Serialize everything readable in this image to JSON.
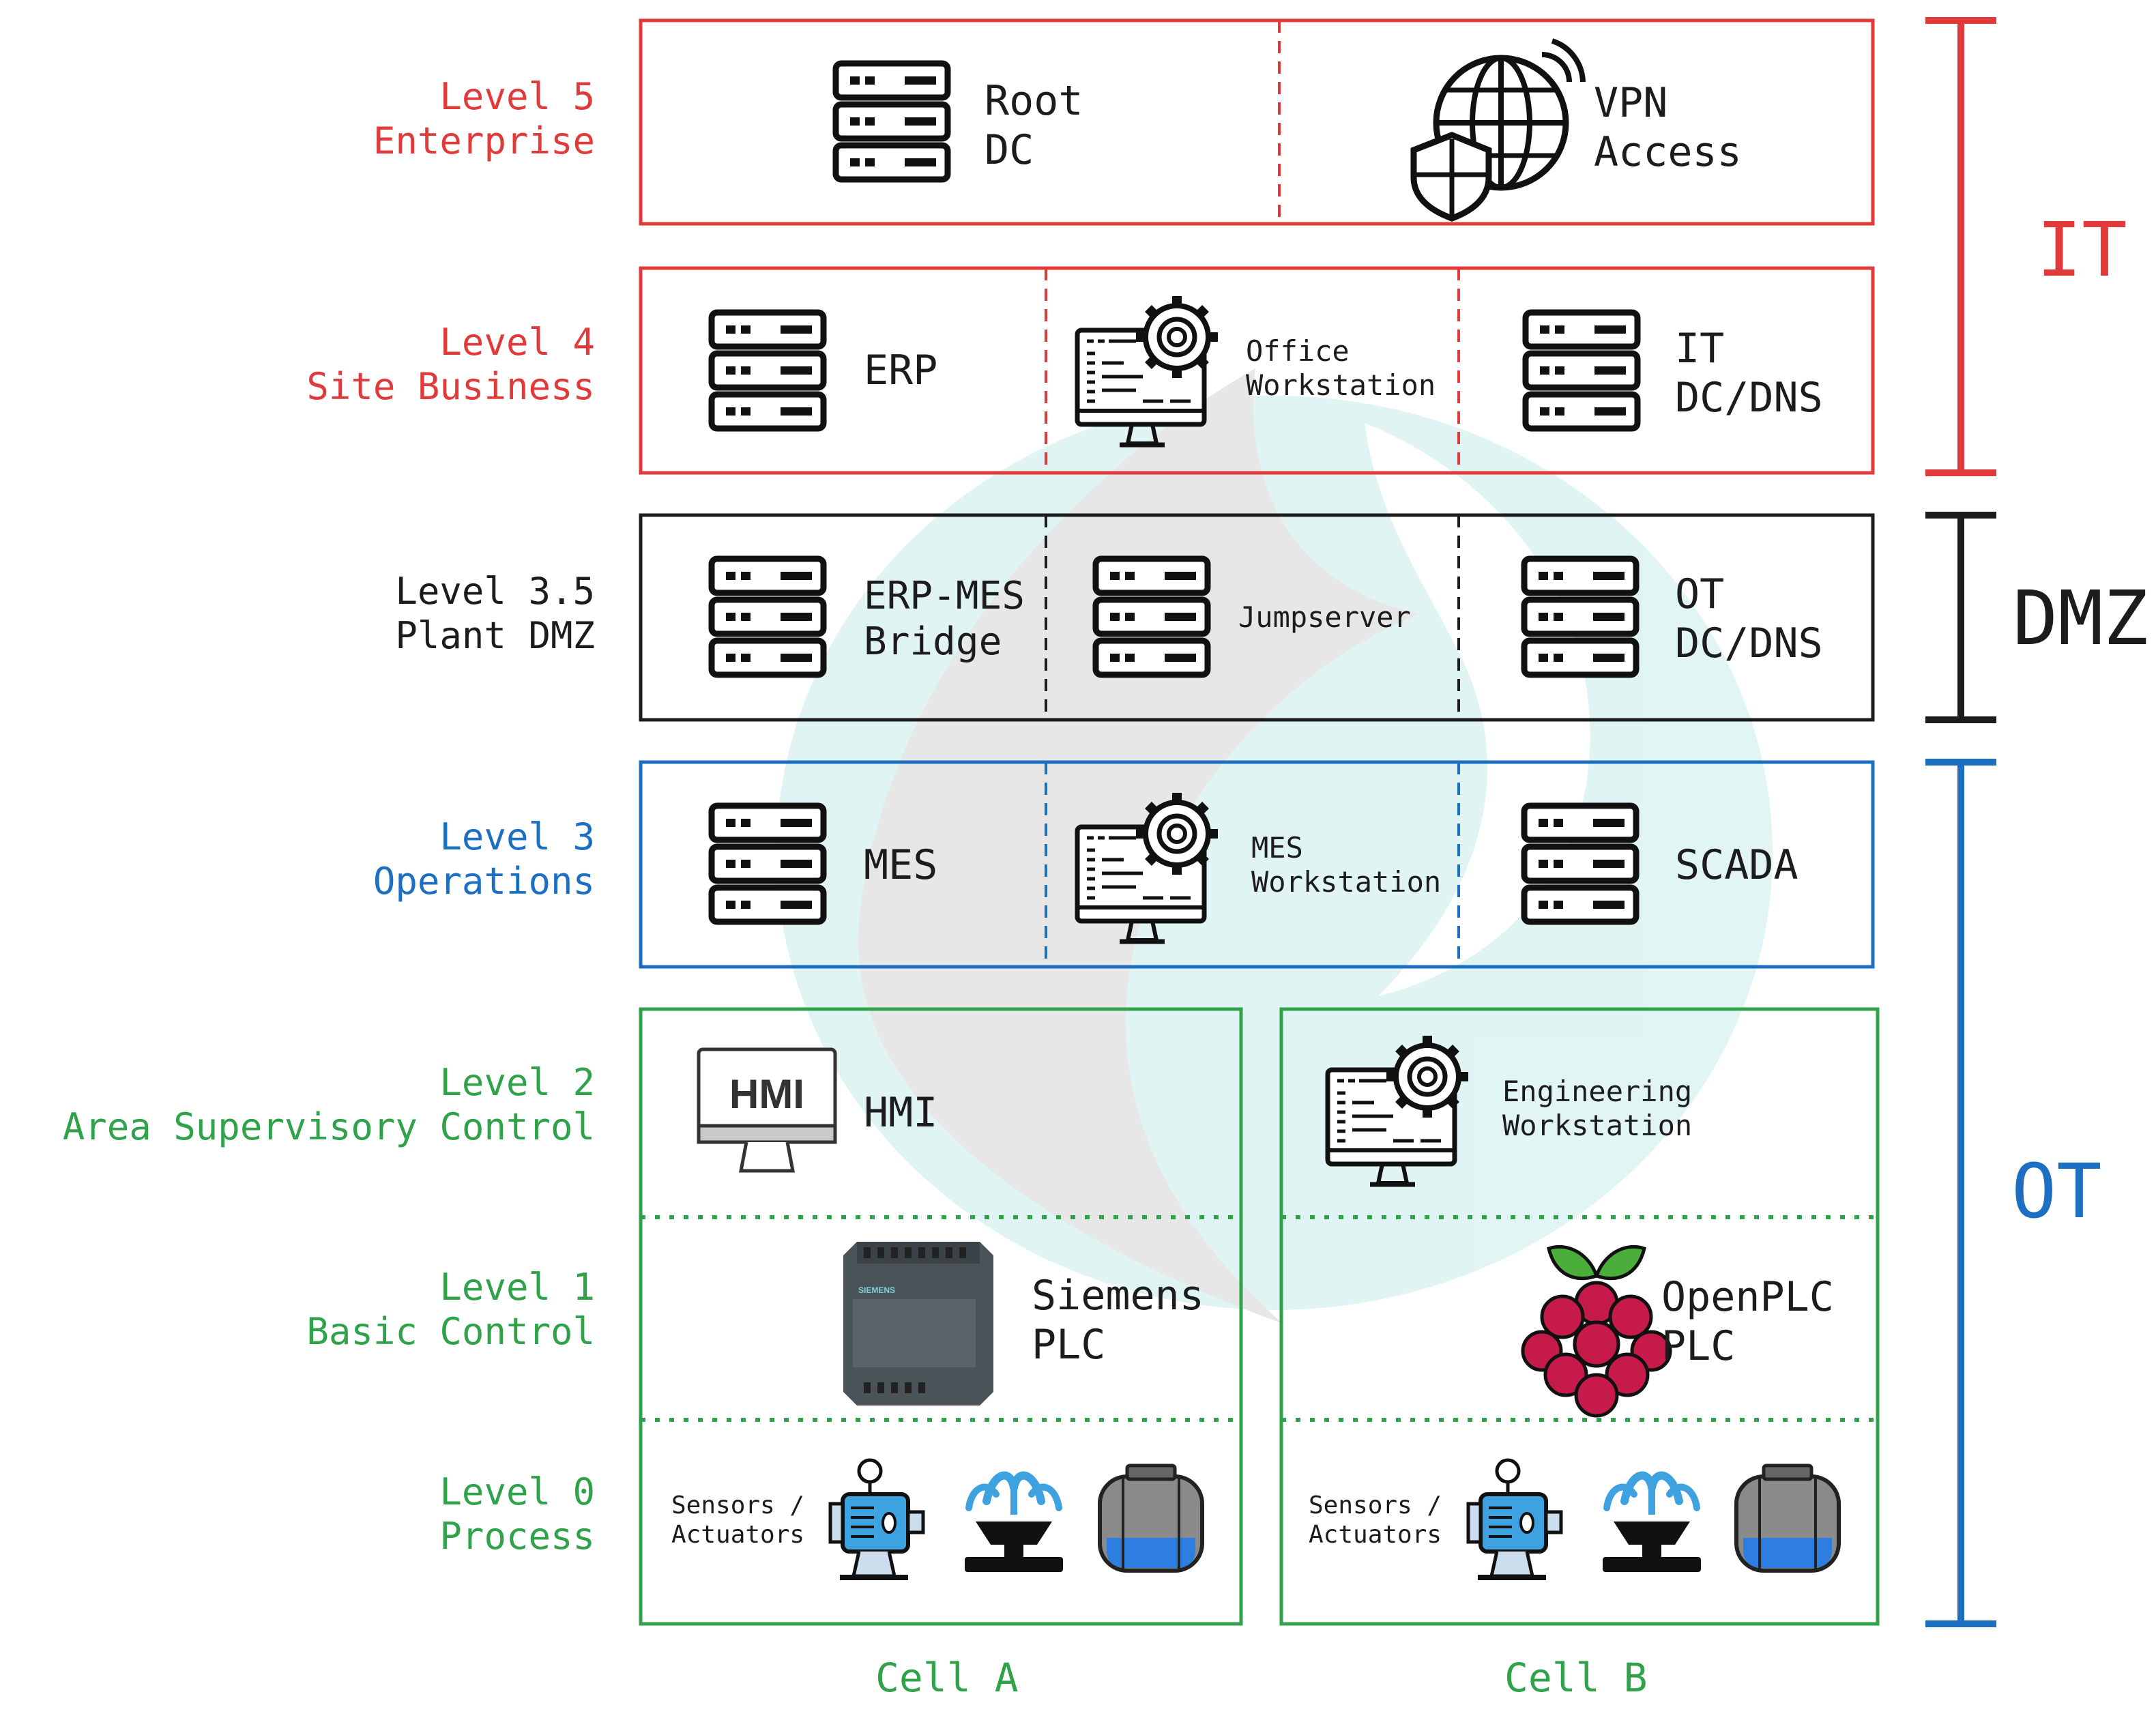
{
  "colors": {
    "it_red": "#e03a3a",
    "dmz_black": "#1c1c1c",
    "ot_blue": "#1d6fc2",
    "cell_green": "#2fa24a",
    "watermark_teal": "#dff4f4",
    "watermark_grey": "#e6e6e6"
  },
  "levels": [
    {
      "id": "l5",
      "line1": "Level 5",
      "line2": "Enterprise"
    },
    {
      "id": "l4",
      "line1": "Level 4",
      "line2": "Site Business"
    },
    {
      "id": "l35",
      "line1": "Level 3.5",
      "line2": "Plant DMZ"
    },
    {
      "id": "l3",
      "line1": "Level 3",
      "line2": "Operations"
    },
    {
      "id": "l2",
      "line1": "Level 2",
      "line2": "Area Supervisory Control"
    },
    {
      "id": "l1",
      "line1": "Level 1",
      "line2": "Basic Control"
    },
    {
      "id": "l0",
      "line1": "Level 0",
      "line2": "Process"
    }
  ],
  "level5": {
    "root_dc": {
      "line1": "Root",
      "line2": "DC",
      "icon": "server-icon"
    },
    "vpn": {
      "line1": "VPN",
      "line2": "Access",
      "icon": "globe-shield-icon"
    }
  },
  "level4": {
    "erp": {
      "label": "ERP",
      "icon": "server-icon"
    },
    "office": {
      "line1": "Office",
      "line2": "Workstation",
      "icon": "workstation-gear-icon"
    },
    "it_dc": {
      "line1": "IT",
      "line2": "DC/DNS",
      "icon": "server-icon"
    }
  },
  "level35": {
    "bridge": {
      "line1": "ERP-MES",
      "line2": "Bridge",
      "icon": "server-icon"
    },
    "jump": {
      "label": "Jumpserver",
      "icon": "server-icon"
    },
    "ot_dc": {
      "line1": "OT",
      "line2": "DC/DNS",
      "icon": "server-icon"
    }
  },
  "level3": {
    "mes": {
      "label": "MES",
      "icon": "server-icon"
    },
    "mes_ws": {
      "line1": "MES",
      "line2": "Workstation",
      "icon": "workstation-gear-icon"
    },
    "scada": {
      "label": "SCADA",
      "icon": "server-icon"
    }
  },
  "cell_a": {
    "name": "Cell A",
    "hmi": {
      "screen_text": "HMI",
      "label": "HMI",
      "icon": "hmi-monitor-icon"
    },
    "plc": {
      "line1": "Siemens",
      "line2": "PLC",
      "brand": "SIEMENS",
      "icon": "siemens-plc-icon"
    },
    "sensors": {
      "line1": "Sensors /",
      "line2": "Actuators"
    }
  },
  "cell_b": {
    "name": "Cell B",
    "eng": {
      "line1": "Engineering",
      "line2": "Workstation",
      "icon": "workstation-gear-icon"
    },
    "plc": {
      "line1": "OpenPLC",
      "line2": "PLC",
      "icon": "raspberry-pi-icon"
    },
    "sensors": {
      "line1": "Sensors /",
      "line2": "Actuators"
    }
  },
  "zones": {
    "it": "IT",
    "dmz": "DMZ",
    "ot": "OT"
  }
}
